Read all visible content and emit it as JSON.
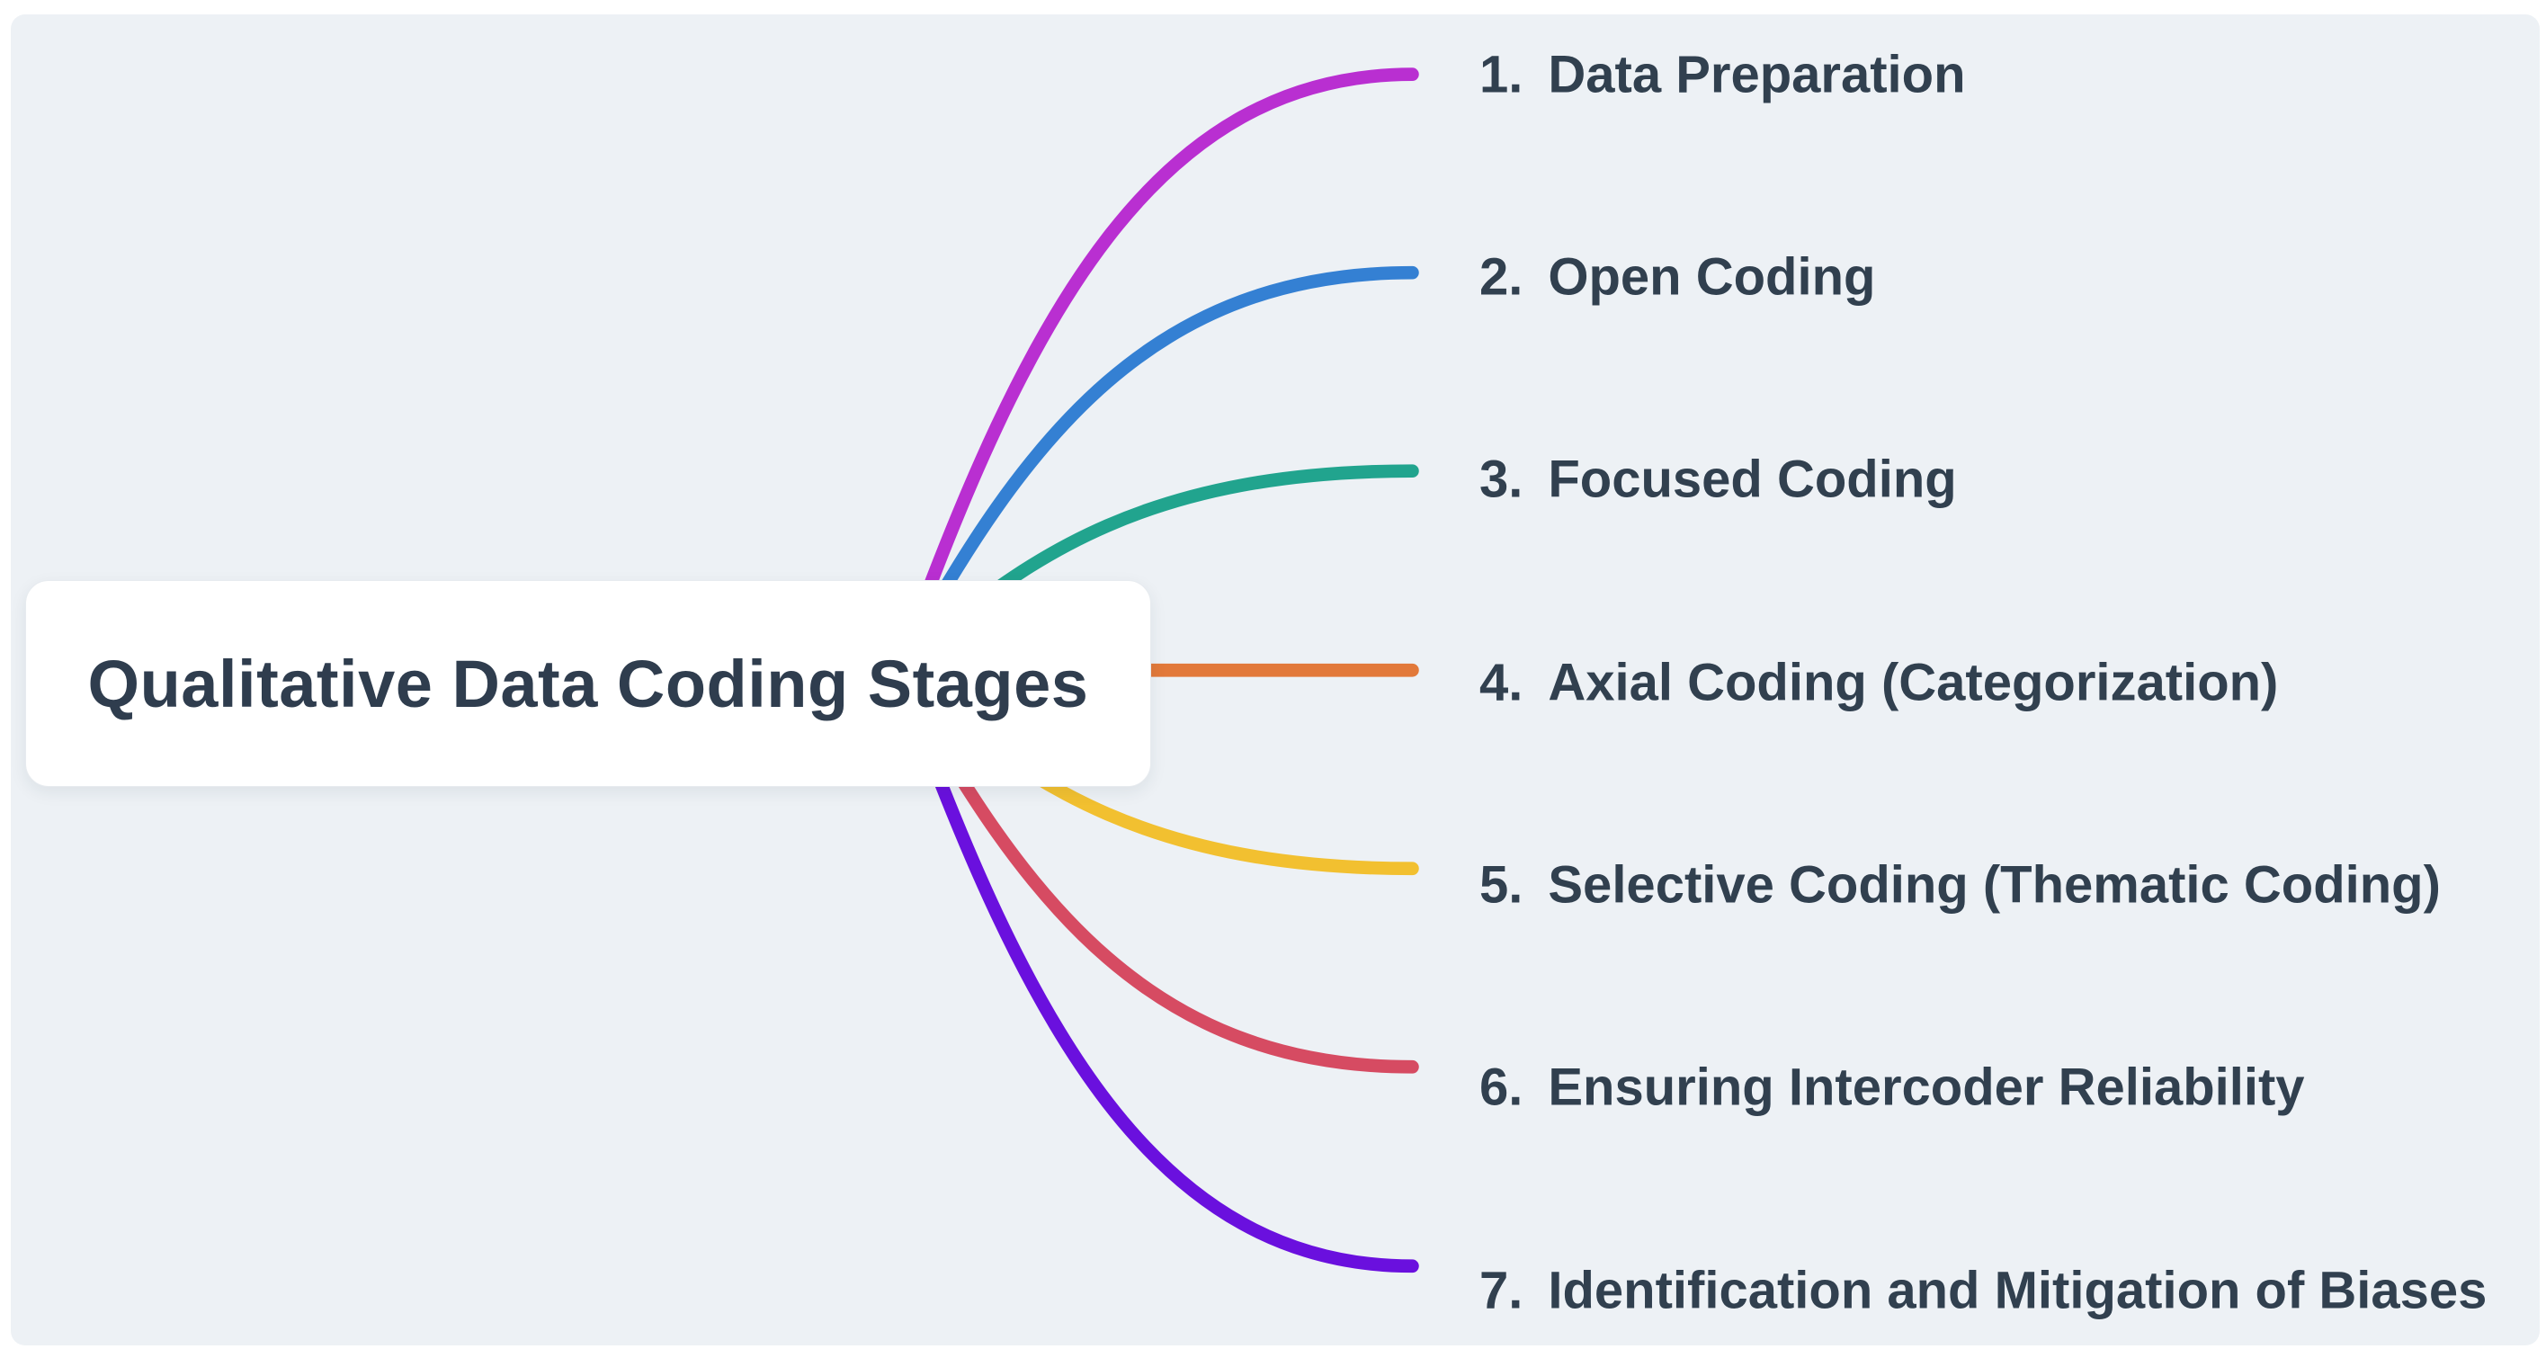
{
  "root": {
    "label": "Qualitative Data Coding Stages"
  },
  "branches": [
    {
      "num": "1.",
      "label": "Data Preparation",
      "color": "#b92fd1"
    },
    {
      "num": "2.",
      "label": "Open Coding",
      "color": "#3480d3"
    },
    {
      "num": "3.",
      "label": "Focused Coding",
      "color": "#21a48e"
    },
    {
      "num": "4.",
      "label": "Axial Coding (Categorization)",
      "color": "#e2793a"
    },
    {
      "num": "5.",
      "label": "Selective Coding (Thematic Coding)",
      "color": "#f2c030"
    },
    {
      "num": "6.",
      "label": "Ensuring Intercoder Reliability",
      "color": "#d64b62"
    },
    {
      "num": "7.",
      "label": "Identification and Mitigation of Biases",
      "color": "#6a10de"
    }
  ],
  "colors": {
    "page_background": "#ffffff",
    "canvas_background": "#edf1f5",
    "node_fill": "#ffffff",
    "text": "#31404f"
  }
}
